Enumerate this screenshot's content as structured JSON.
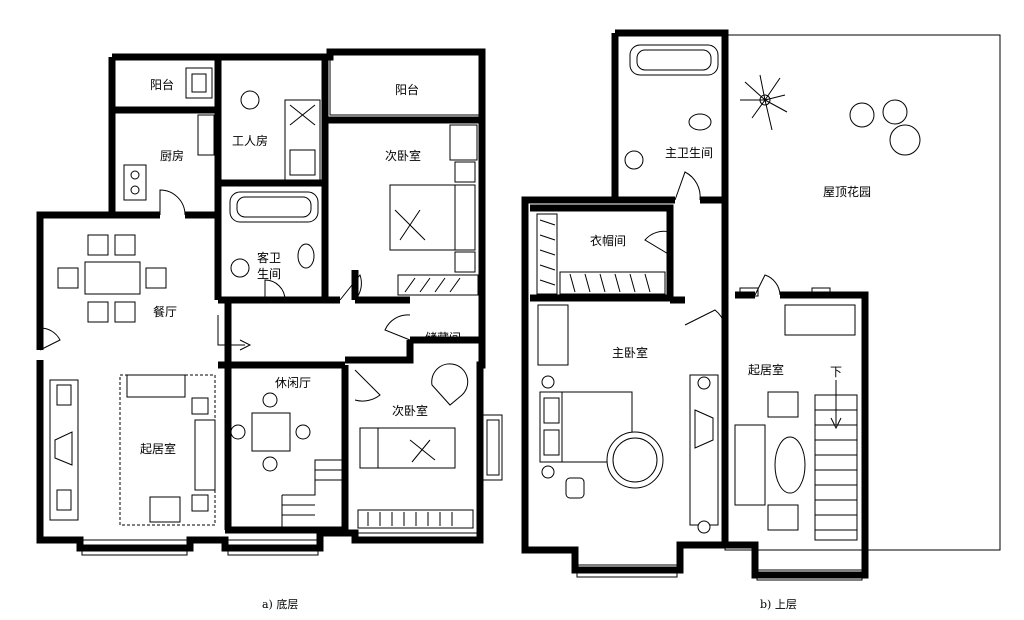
{
  "ground_floor": {
    "rooms": {
      "balcony_nw": "阳台",
      "worker_room": "工人房",
      "balcony_n": "阳台",
      "kitchen": "厨房",
      "second_bedroom_n": "次卧室",
      "guest_bath_1": "客卫",
      "guest_bath_2": "生间",
      "dining": "餐厅",
      "storage": "储藏间",
      "leisure_hall": "休闲厅",
      "living": "起居室",
      "second_bedroom_s": "次卧室"
    },
    "caption": "a) 底层"
  },
  "upper_floor": {
    "rooms": {
      "master_bath": "主卫生间",
      "roof_garden": "屋顶花园",
      "wardrobe": "衣帽间",
      "master_bedroom": "主卧室",
      "living": "起居室",
      "stair_down": "下"
    },
    "caption": "b) 上层"
  }
}
